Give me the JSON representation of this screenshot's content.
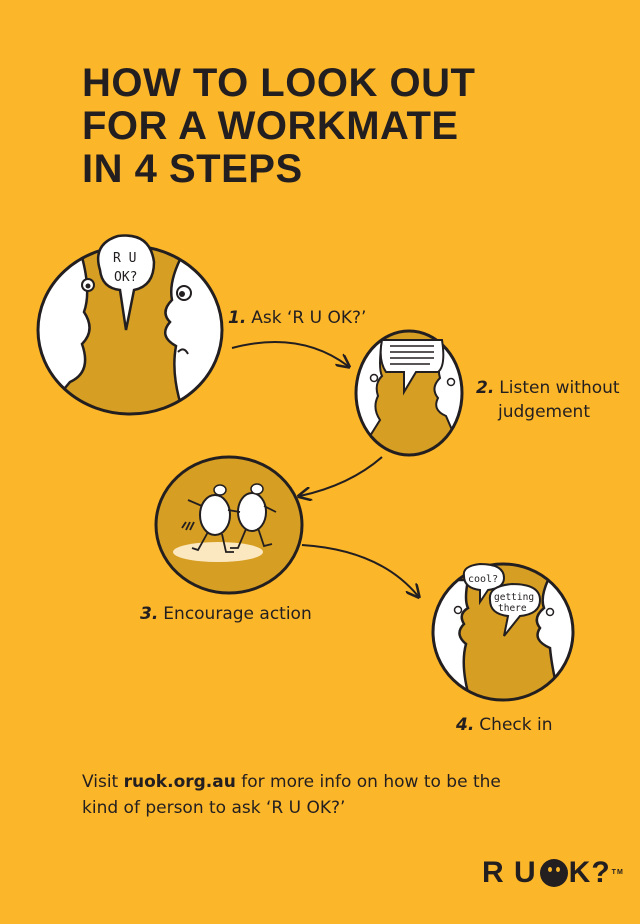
{
  "title": {
    "line1": "HOW TO LOOK OUT",
    "line2": "FOR A WORKMATE",
    "line3": "IN 4 STEPS"
  },
  "steps": [
    {
      "num": "1.",
      "label": "Ask ‘R U OK?’"
    },
    {
      "num": "2.",
      "label_line1": "Listen without",
      "label_line2": "judgement"
    },
    {
      "num": "3.",
      "label": "Encourage action"
    },
    {
      "num": "4.",
      "label": "Check in"
    }
  ],
  "bubbles": {
    "ruok_line1": "R U",
    "ruok_line2": "OK?",
    "cool": "cool?",
    "getting": "getting",
    "there": "there"
  },
  "footer": {
    "prefix": "Visit ",
    "link": "ruok.org.au",
    "suffix": " for more info on how to be the kind of person to ask ‘R U OK?’"
  },
  "logo": {
    "left": "R U ",
    "right": "K?",
    "tm": "TM"
  },
  "colors": {
    "background": "#FBB62A",
    "ink": "#231F20",
    "circle": "#D69E22",
    "white": "#FFFFFF"
  }
}
